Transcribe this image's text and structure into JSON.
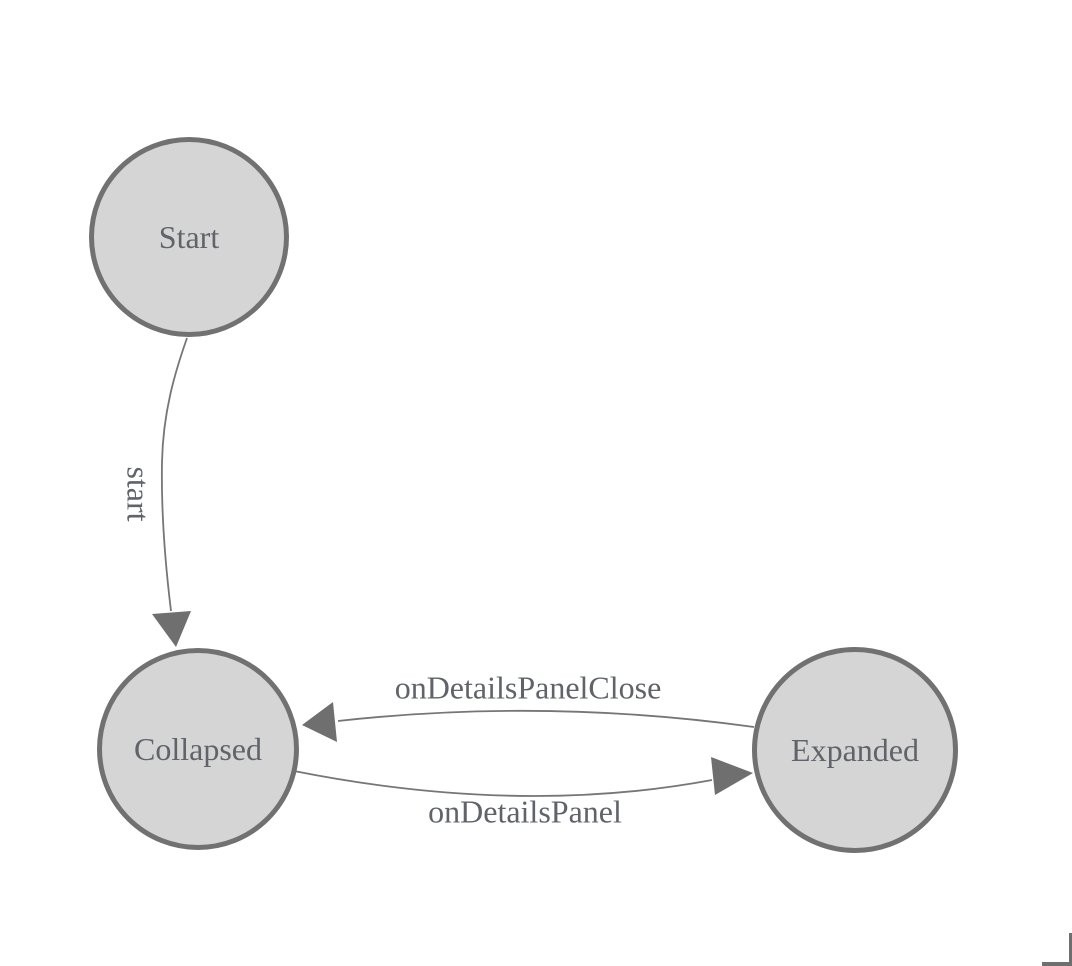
{
  "diagram": {
    "type": "state-machine",
    "nodes": [
      {
        "id": "Start",
        "label": "Start",
        "shape": "circle"
      },
      {
        "id": "Collapsed",
        "label": "Collapsed",
        "shape": "circle"
      },
      {
        "id": "Expanded",
        "label": "Expanded",
        "shape": "circle"
      }
    ],
    "edges": [
      {
        "from": "Start",
        "to": "Collapsed",
        "label": "start",
        "label_orientation": "vertical"
      },
      {
        "from": "Collapsed",
        "to": "Expanded",
        "label": "onDetailsPanel",
        "label_orientation": "horizontal"
      },
      {
        "from": "Expanded",
        "to": "Collapsed",
        "label": "onDetailsPanelClose",
        "label_orientation": "horizontal"
      }
    ],
    "colors": {
      "background": "#ffffff",
      "node_fill": "#d5d5d5",
      "node_border": "#717171",
      "edge_line": "#767676",
      "arrow_fill": "#6f6f6f",
      "text": "#60646a"
    }
  }
}
